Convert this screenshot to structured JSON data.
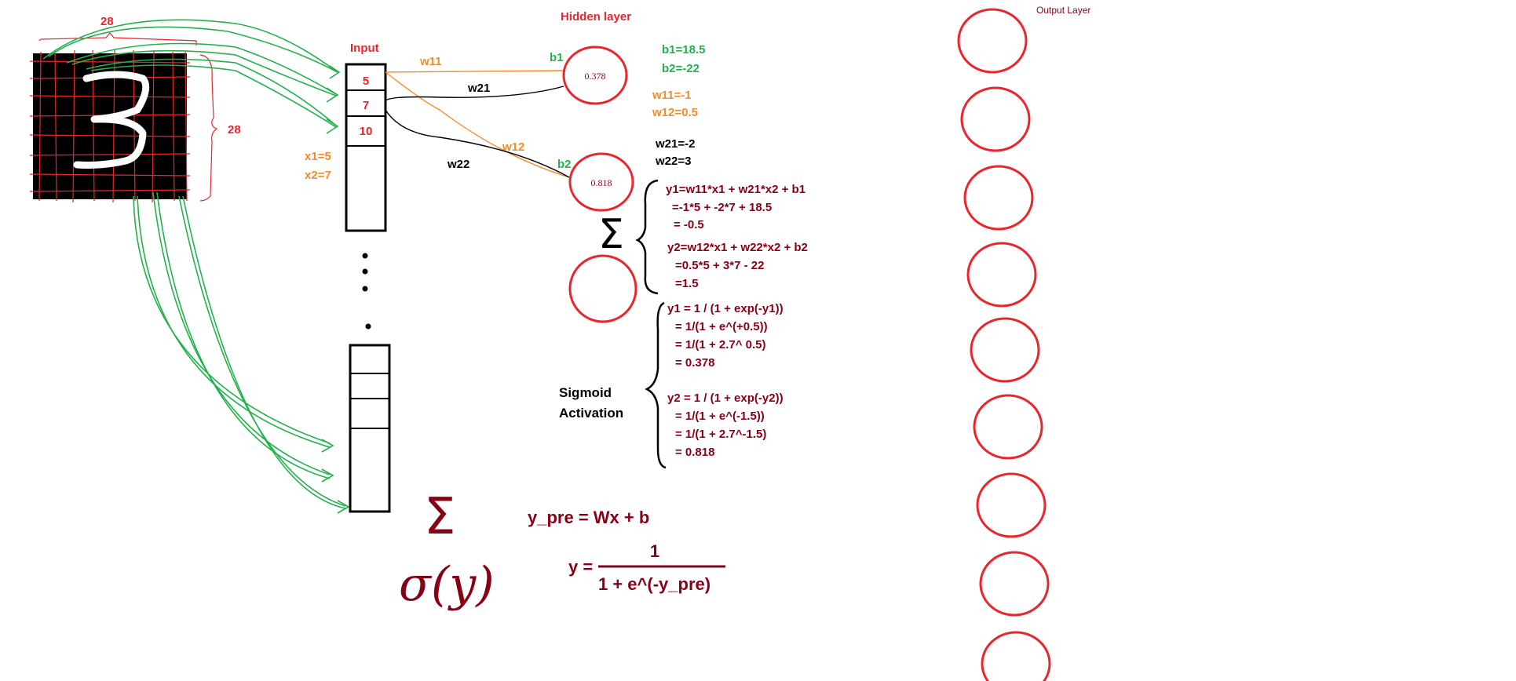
{
  "image": {
    "size_label_top": "28",
    "size_label_side": "28"
  },
  "input": {
    "title": "Input",
    "cells": [
      "5",
      "7",
      "10"
    ],
    "x1": "x1=5",
    "x2": "x2=7"
  },
  "hidden": {
    "title": "Hidden layer",
    "neuron1": "0.378",
    "neuron2": "0.818",
    "b1_tag": "b1",
    "b2_tag": "b2"
  },
  "weights": {
    "w11": "w11",
    "w21": "w21",
    "w12": "w12",
    "w22": "w22"
  },
  "params": {
    "b1": "b1=18.5",
    "b2": "b2=-22",
    "w11": "w11=-1",
    "w12": "w12=0.5",
    "w21": "w21=-2",
    "w22": "w22=3"
  },
  "sum_equations": {
    "y1_line1": "y1=w11*x1 + w21*x2 + b1",
    "y1_line2": "=-1*5 + -2*7 + 18.5",
    "y1_line3": "= -0.5",
    "y2_line1": "y2=w12*x1 + w22*x2 + b2",
    "y2_line2": "=0.5*5 + 3*7 - 22",
    "y2_line3": "=1.5"
  },
  "sigmoid_equations": {
    "label_line1": "Sigmoid",
    "label_line2": "Activation",
    "y1_line1": "y1 = 1 / (1 + exp(-y1))",
    "y1_line2": "= 1/(1 + e^(+0.5))",
    "y1_line3": "= 1/(1 + 2.7^ 0.5)",
    "y1_line4": "= 0.378",
    "y2_line1": "y2 = 1 / (1 + exp(-y2))",
    "y2_line2": "= 1/(1 + e^(-1.5))",
    "y2_line3": "= 1/(1 + 2.7^-1.5)",
    "y2_line4": "= 0.818"
  },
  "formulas": {
    "sigma_symbol": "Σ",
    "sigmoid_symbol": "σ(y)",
    "linear": "y_pre = Wx + b",
    "y_eq": "y =",
    "numerator": "1",
    "denominator": "1 + e^(-y_pre)"
  },
  "output": {
    "title": "Output Layer",
    "neuron_count": 9
  },
  "colors": {
    "red": "#e8262c",
    "green": "#22b14c",
    "orange": "#f28c28",
    "darkred": "#880015",
    "black": "#000000"
  }
}
